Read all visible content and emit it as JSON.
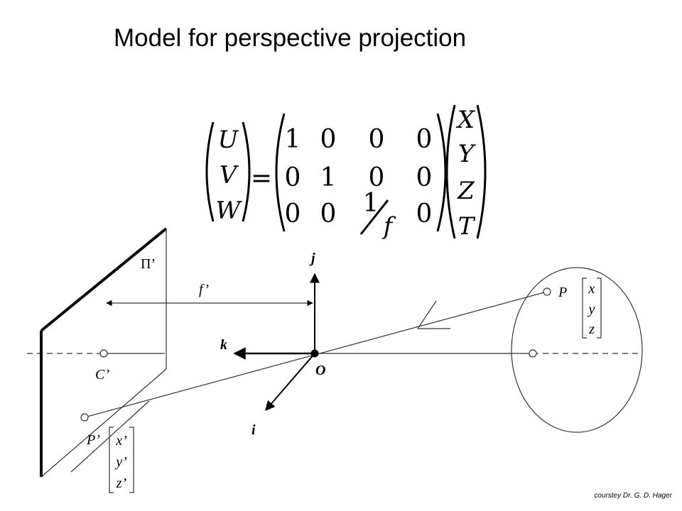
{
  "title": "Model for perspective projection",
  "credit": "courstey Dr. G. D. Hager",
  "equation": {
    "lhs": [
      "U",
      "V",
      "W"
    ],
    "equals": "=",
    "matrix": [
      [
        "1",
        "0",
        "0",
        "0"
      ],
      [
        "0",
        "1",
        "0",
        "0"
      ],
      [
        "0",
        "0",
        "",
        "0"
      ]
    ],
    "frac_num": "1",
    "frac_den": "f",
    "rhs": [
      "X",
      "Y",
      "Z",
      "T"
    ]
  },
  "diagram": {
    "plane_label": "Π’",
    "focal_label": "f’",
    "axis_j": "j",
    "axis_k": "k",
    "axis_i": "i",
    "origin": "O",
    "center_label": "C’",
    "point_label": "P",
    "point_coords": [
      "x",
      "y",
      "z"
    ],
    "proj_label": "P’",
    "proj_coords": [
      "x’",
      "y’",
      "z’"
    ]
  }
}
